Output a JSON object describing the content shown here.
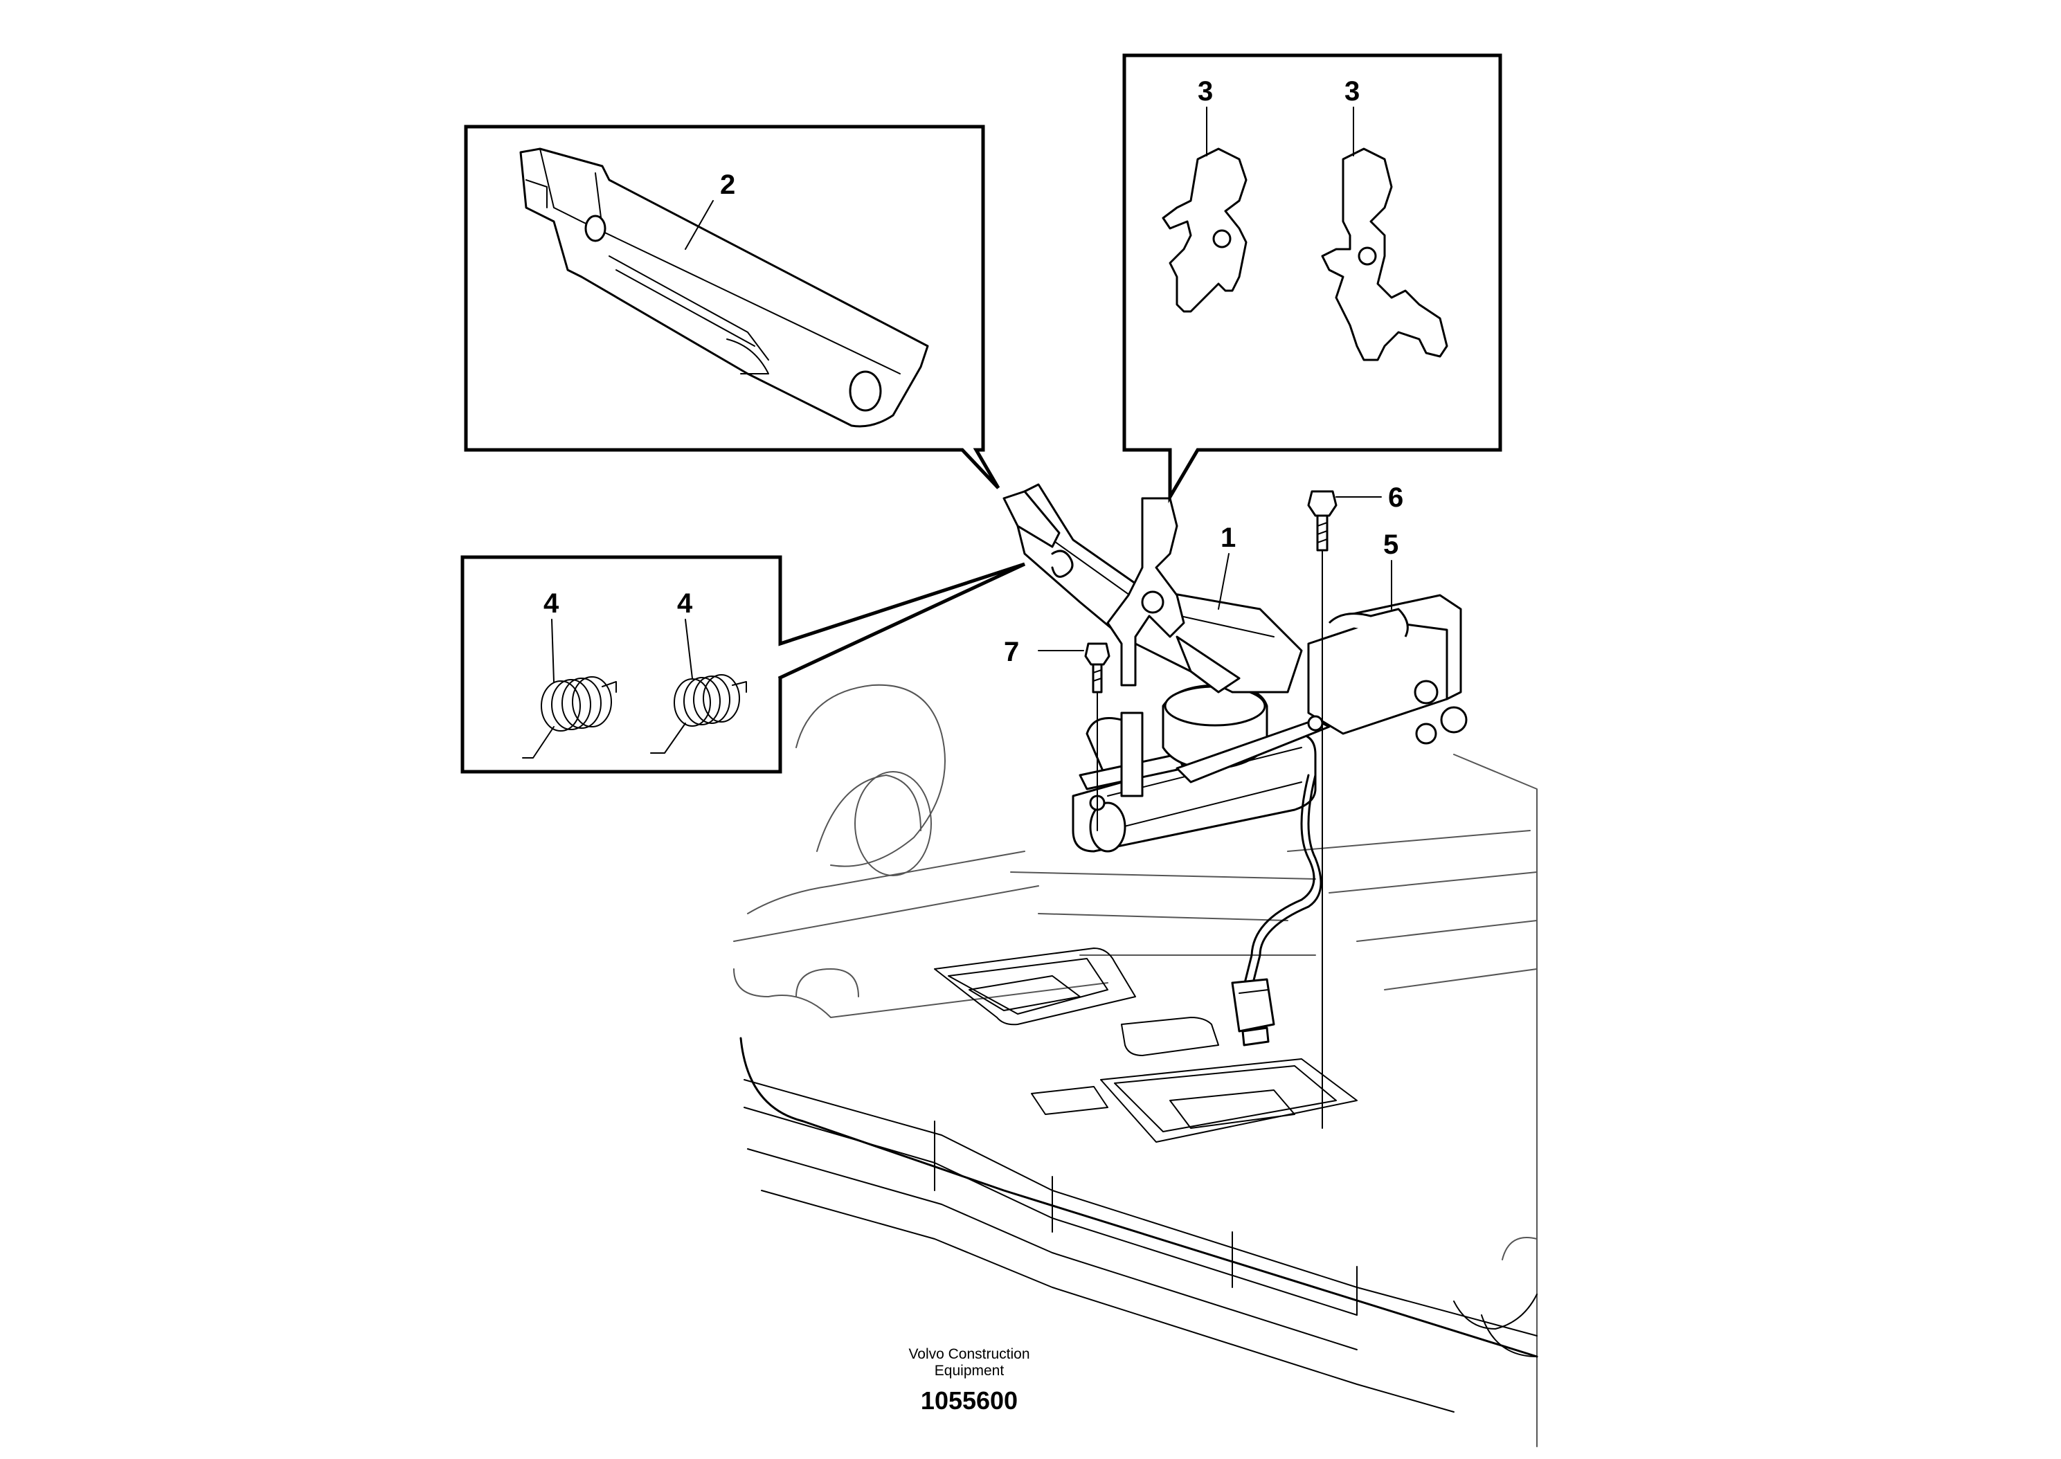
{
  "callouts": {
    "part_1": "1",
    "part_2": "2",
    "part_3a": "3",
    "part_3b": "3",
    "part_4a": "4",
    "part_4b": "4",
    "part_5": "5",
    "part_6": "6",
    "part_7": "7"
  },
  "footer": {
    "company_line1": "Volvo Construction",
    "company_line2": "Equipment",
    "drawing_number": "1055600"
  }
}
